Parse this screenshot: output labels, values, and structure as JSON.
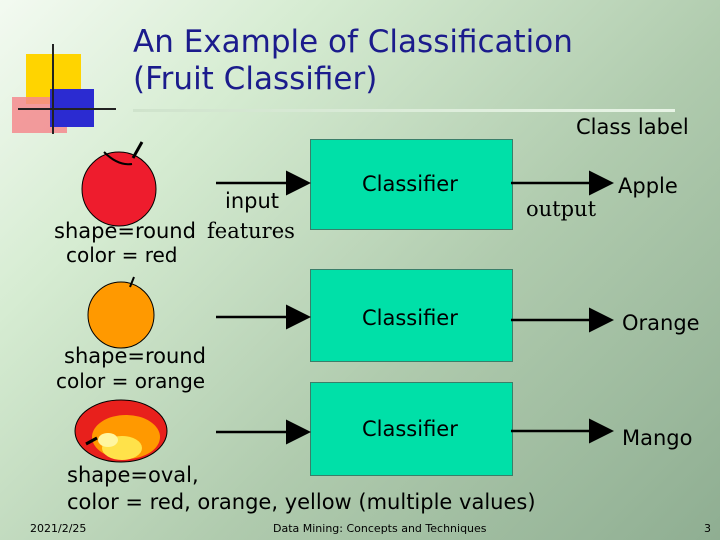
{
  "slide": {
    "title_line1": "An Example of Classification",
    "title_line2": "(Fruit Classifier)",
    "class_label_header": "Class label",
    "output_label": "output",
    "input_label_line1": "input",
    "input_label_line2": "features"
  },
  "rows": [
    {
      "classifier_label": "Classifier",
      "class_label": "Apple",
      "feature_line1": "shape=round",
      "feature_line2": "color = red",
      "fruit_color": "#ee1c2d"
    },
    {
      "classifier_label": "Classifier",
      "class_label": "Orange",
      "feature_line1": "shape=round",
      "feature_line2": "color = orange",
      "fruit_color": "#ff9900"
    },
    {
      "classifier_label": "Classifier",
      "class_label": "Mango",
      "feature_line1": "shape=oval,",
      "feature_line2": "color = red, orange, yellow (multiple values)",
      "fruit_color": "#e8201c"
    }
  ],
  "footer": {
    "date": "2021/2/25",
    "course": "Data Mining: Concepts and Techniques",
    "page": "3"
  },
  "colors": {
    "title": "#1b1b8c",
    "classifier_box": "#00e0a8",
    "logo_yellow": "#ffd400",
    "logo_blue": "#2b2bd1",
    "logo_red": "#f06c73"
  }
}
